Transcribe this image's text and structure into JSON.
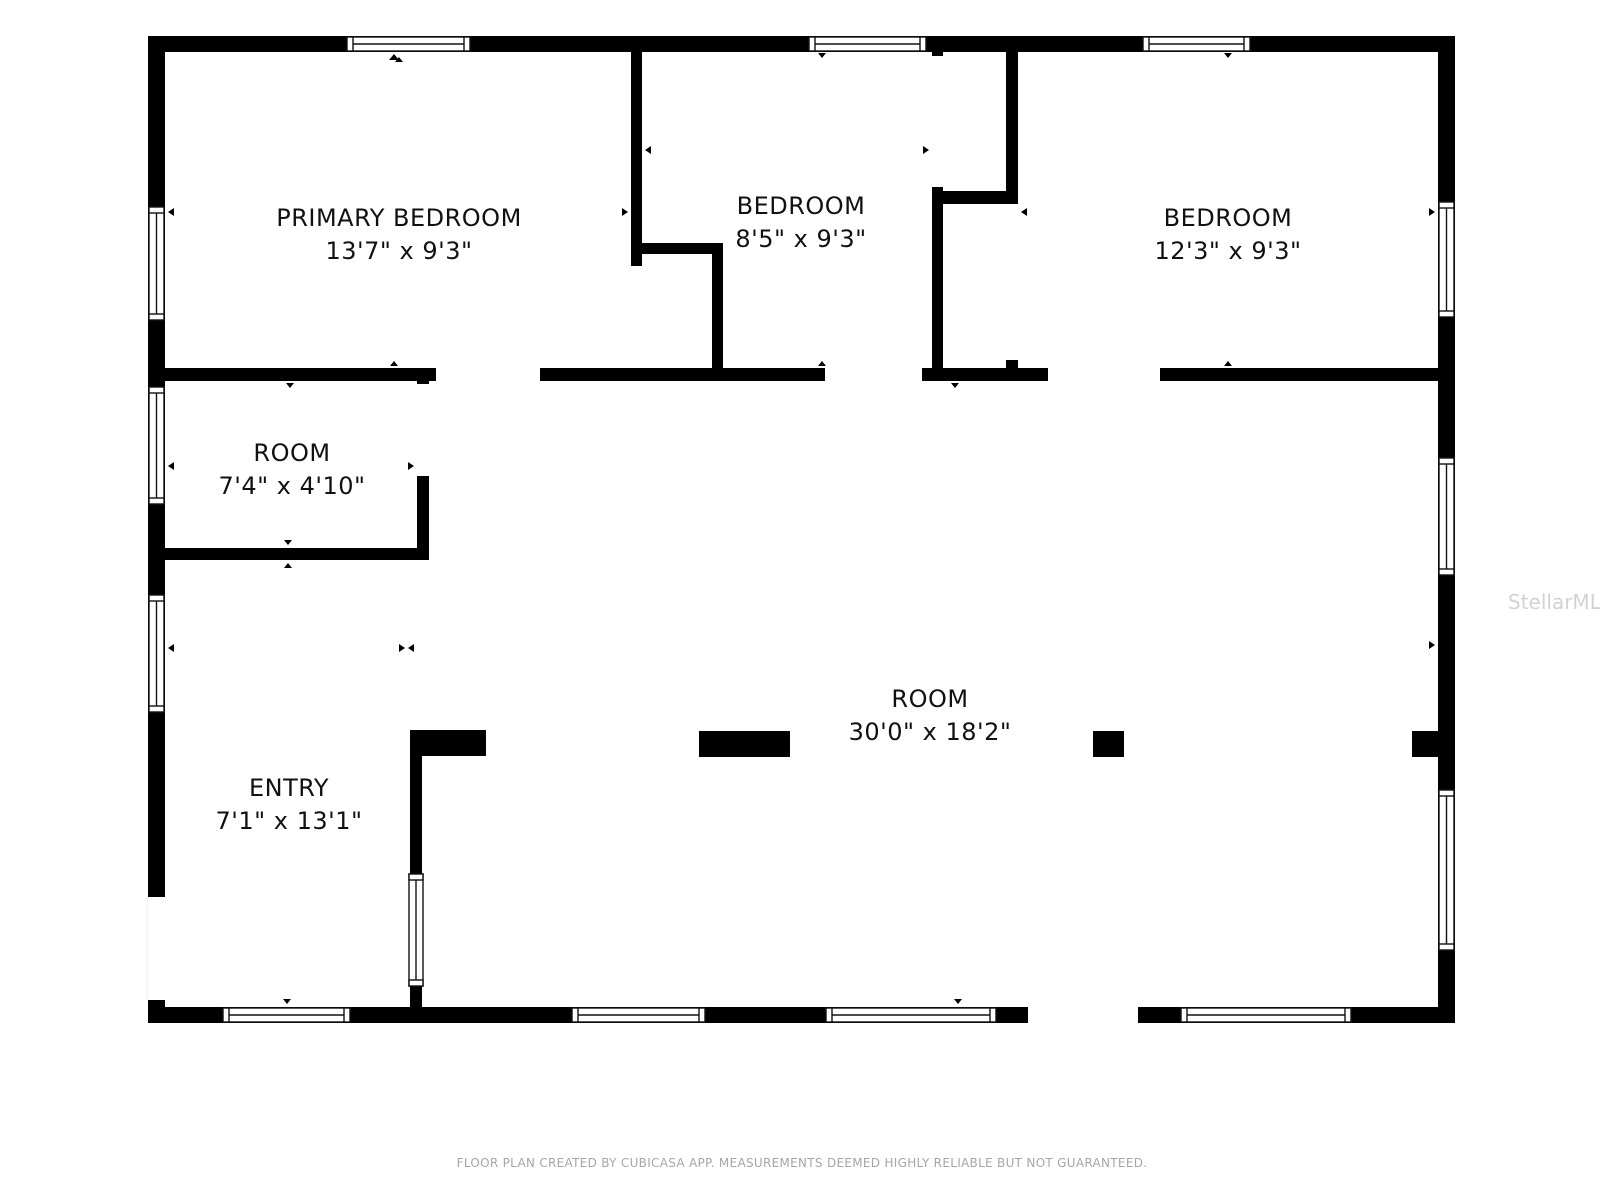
{
  "rooms": [
    {
      "id": "primary-bedroom",
      "name": "PRIMARY BEDROOM",
      "dimensions": "13'7\" x 9'3\""
    },
    {
      "id": "bedroom-2",
      "name": "BEDROOM",
      "dimensions": "8'5\" x 9'3\""
    },
    {
      "id": "bedroom-3",
      "name": "BEDROOM",
      "dimensions": "12'3\" x 9'3\""
    },
    {
      "id": "small-room",
      "name": "ROOM",
      "dimensions": "7'4\" x 4'10\""
    },
    {
      "id": "main-room",
      "name": "ROOM",
      "dimensions": "30'0\" x 18'2\""
    },
    {
      "id": "entry",
      "name": "ENTRY",
      "dimensions": "7'1\" x 13'1\""
    }
  ],
  "footer": "FLOOR PLAN CREATED BY CUBICASA APP. MEASUREMENTS DEEMED HIGHLY RELIABLE BUT NOT GUARANTEED.",
  "watermark": "StellarMLS",
  "colors": {
    "wall": "#000000",
    "background": "#ffffff",
    "footer_text": "#a6a6a6",
    "watermark": "#d2d2d2"
  }
}
